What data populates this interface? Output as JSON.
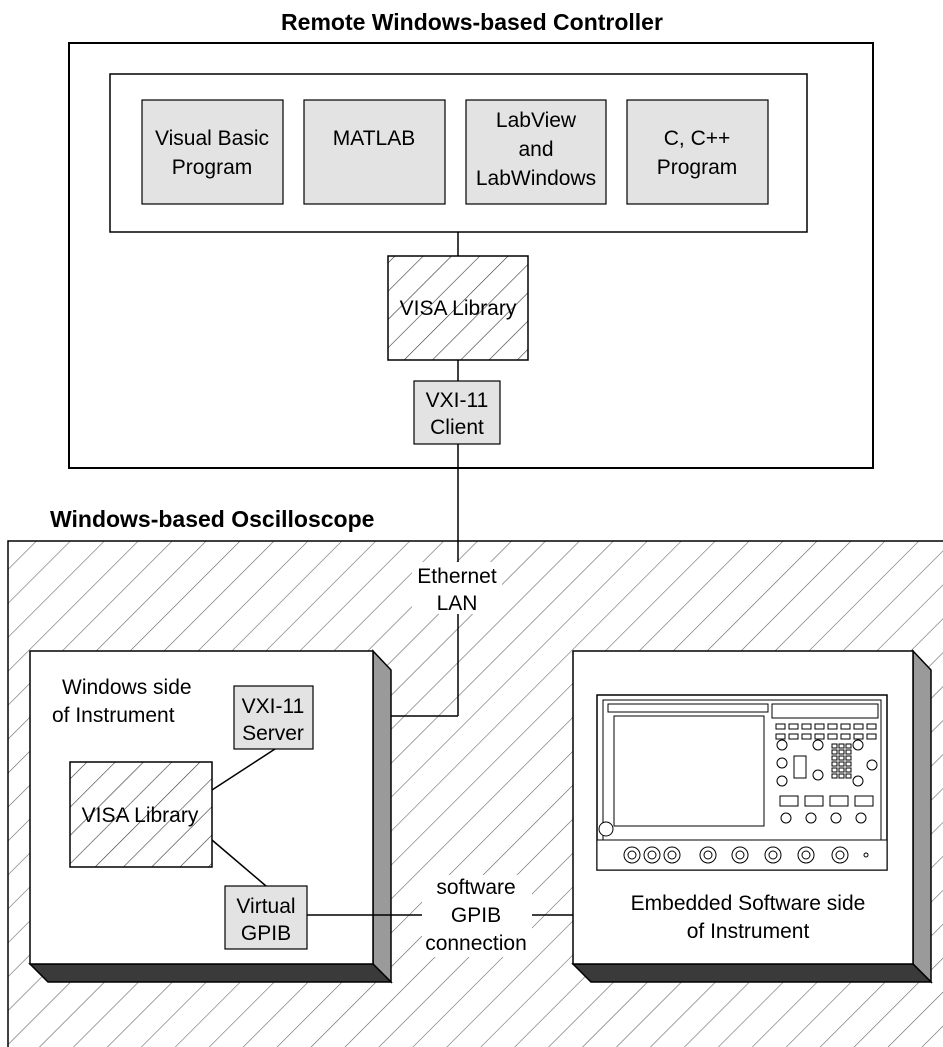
{
  "controller": {
    "title": "Remote Windows-based Controller",
    "programs": [
      [
        "Visual Basic",
        "Program"
      ],
      [
        "MATLAB"
      ],
      [
        "LabView",
        "and",
        "LabWindows"
      ],
      [
        "C, C++",
        "Program"
      ]
    ],
    "visa_library": "VISA Library",
    "vxi_client": [
      "VXI-11",
      "Client"
    ]
  },
  "oscilloscope": {
    "title": "Windows-based Oscilloscope",
    "ethernet": [
      "Ethernet",
      "LAN"
    ],
    "windows_side": [
      "Windows side",
      "of Instrument"
    ],
    "vxi_server": [
      "VXI-11",
      "Server"
    ],
    "visa_library": "VISA Library",
    "virtual_gpib": [
      "Virtual",
      "GPIB"
    ],
    "software_gpib": [
      "software",
      "GPIB",
      "connection"
    ],
    "embedded_side": [
      "Embedded Software side",
      "of Instrument"
    ]
  },
  "colors": {
    "box_fill": "#e3e3e3",
    "line": "#000000",
    "hatch": "#555555"
  }
}
